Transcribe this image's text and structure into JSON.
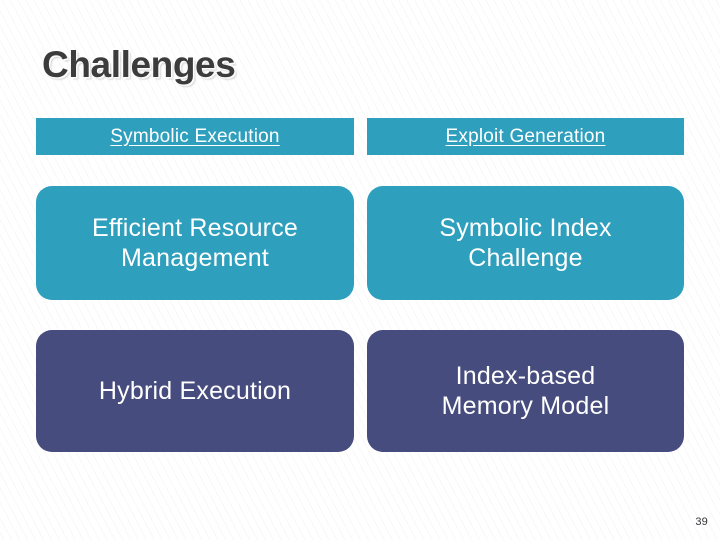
{
  "slide": {
    "title": "Challenges",
    "page_number": "39",
    "colors": {
      "teal": "#2e9fbd",
      "purple": "#474c7e",
      "title_text": "#3c3c3c",
      "card_text": "#ffffff",
      "background": "#ffffff"
    }
  },
  "columns": [
    {
      "header": "Symbolic Execution",
      "cards": [
        {
          "label": "Efficient Resource\nManagement",
          "style": "teal"
        },
        {
          "label": "Hybrid Execution",
          "style": "purple"
        }
      ]
    },
    {
      "header": "Exploit Generation",
      "cards": [
        {
          "label": "Symbolic Index\nChallenge",
          "style": "teal"
        },
        {
          "label": "Index-based\nMemory Model",
          "style": "purple"
        }
      ]
    }
  ]
}
